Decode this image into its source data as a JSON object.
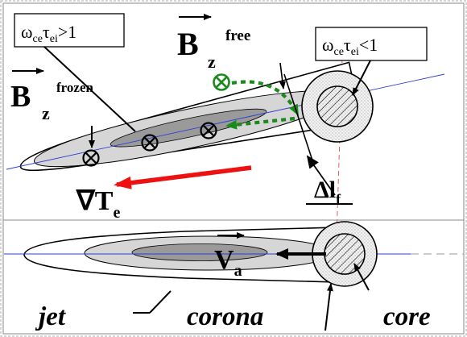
{
  "top_panel": {
    "box_left": {
      "symbol": "ω",
      "sub1": "ce",
      "tau": "τ",
      "sub2": "ei",
      "relation": ">1"
    },
    "box_right": {
      "symbol": "ω",
      "sub1": "ce",
      "tau": "τ",
      "sub2": "ei",
      "relation": "<1"
    },
    "b_frozen": {
      "letter": "B",
      "sub": "z",
      "sup": "frozen"
    },
    "b_free": {
      "letter": "B",
      "sub": "z",
      "sup": "free"
    },
    "grad_te": {
      "nabla": "∇",
      "letter": "T",
      "sub": "e"
    },
    "delta_lf": {
      "text": "Δl",
      "sub": "f"
    }
  },
  "bottom_panel": {
    "va": {
      "letter": "V",
      "sub": "a"
    },
    "label_jet": "jet",
    "label_corona": "corona",
    "label_core": "core"
  },
  "colors": {
    "outer_fill": "#ffffff",
    "jet_fill": "#d6d6d6",
    "inner_fill": "#9a9a9a",
    "axis": "#2f3fd0",
    "dash": "#9a9a9a",
    "red_arrow": "#ee1111",
    "green": "#1a8a1a",
    "red_line": "#e06060"
  }
}
